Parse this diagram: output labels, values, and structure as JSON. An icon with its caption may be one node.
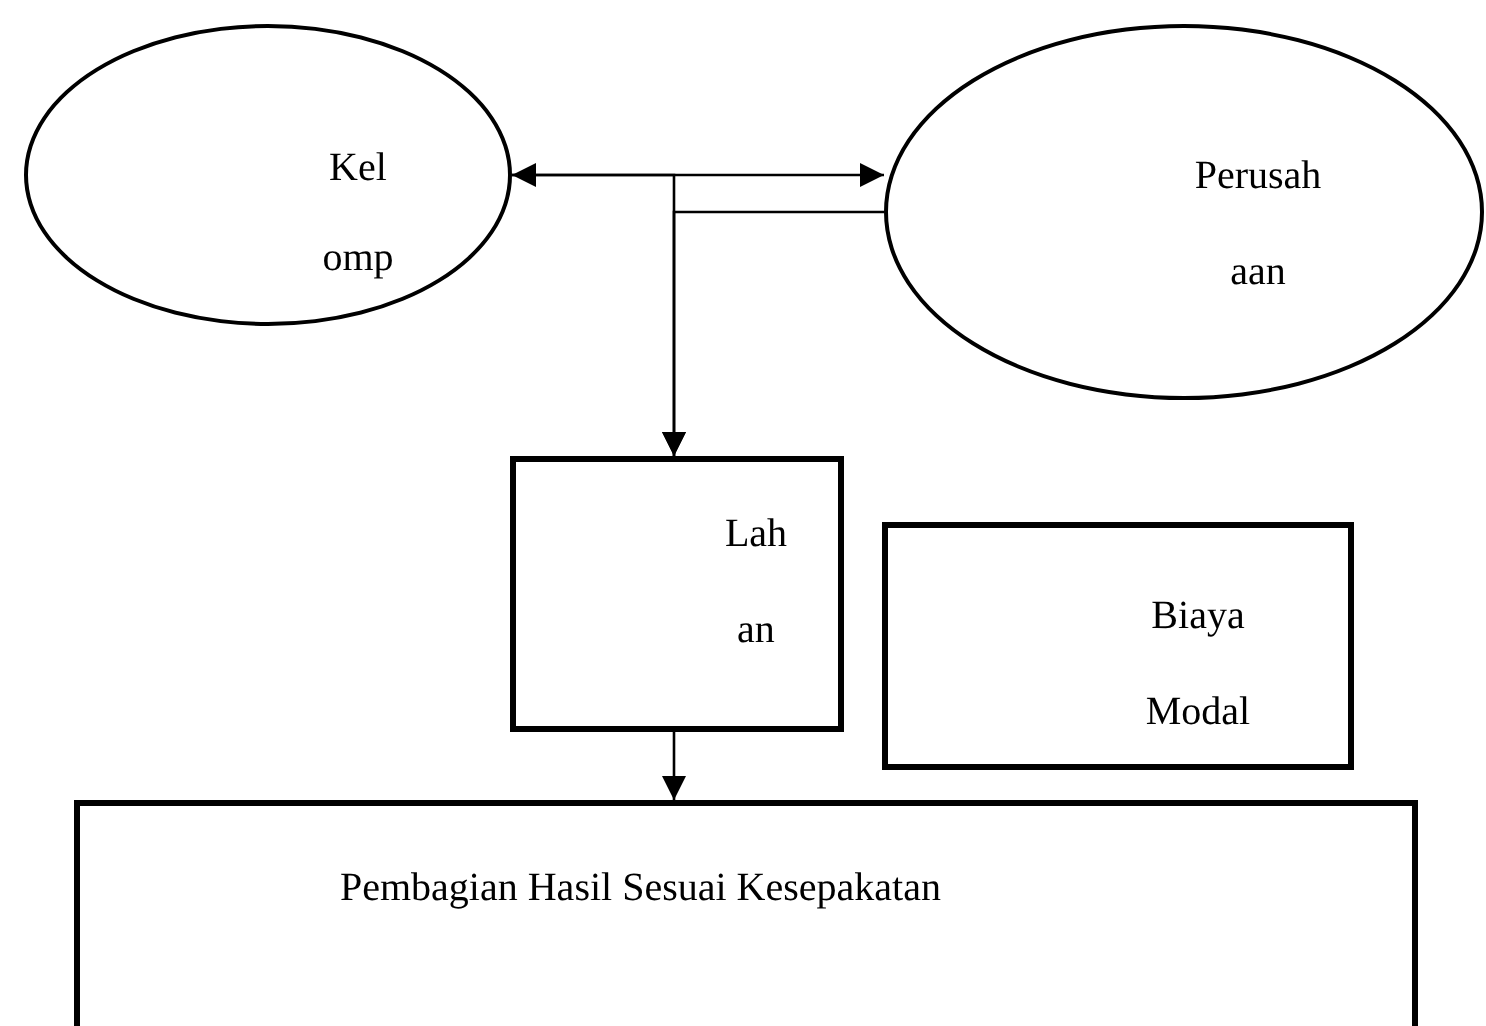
{
  "diagram": {
    "nodes": [
      {
        "text": [
          "Kel omp"
        ]
      },
      {
        "text": [
          "Perusah aan"
        ]
      },
      {
        "text": [
          "Lah an"
        ]
      },
      {
        "text": [
          "Biaya Modal"
        ]
      },
      {
        "text": [
          "Pembagian Hasil Sesuai Kesepakatan"
        ]
      }
    ],
    "edges": [
      {
        "from": 0,
        "to": 1,
        "arrow": "both"
      },
      {
        "from": 0,
        "to": 2,
        "arrow": "to"
      },
      {
        "from": 1,
        "to": 2,
        "arrow": "to"
      },
      {
        "from": 2,
        "to": 4,
        "arrow": "to"
      }
    ]
  }
}
